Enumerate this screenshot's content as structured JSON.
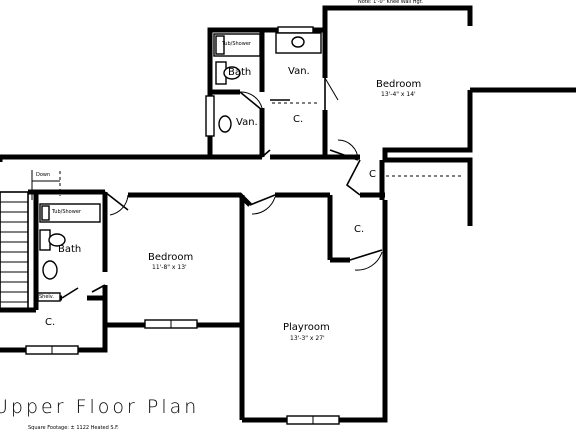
{
  "note": "Note: 1'-0\" Knee Wall Hgt.",
  "title": "Upper Floor Plan",
  "square_footage": "Square Footage: ± 1122 Heated S.F.",
  "rooms": {
    "bedroom_right": {
      "name": "Bedroom",
      "dims": "13'-4\" x 14'"
    },
    "bedroom_left": {
      "name": "Bedroom",
      "dims": "11'-8\" x 13'"
    },
    "playroom": {
      "name": "Playroom",
      "dims": "13'-3\" x 27'"
    },
    "bath_top": {
      "name": "Bath"
    },
    "bath_left": {
      "name": "Bath"
    },
    "van_top": {
      "name": "Van."
    },
    "van_mid": {
      "name": "Van."
    },
    "closet_top": {
      "name": "C."
    },
    "closet_hall": {
      "name": "C"
    },
    "closet_playroom": {
      "name": "C."
    },
    "closet_left": {
      "name": "C."
    }
  },
  "fixtures": {
    "tub_shower_top": "Tub/Shower",
    "tub_shower_left": "Tub/Shower",
    "stair_down": "Down",
    "shelf": "Shelv."
  }
}
